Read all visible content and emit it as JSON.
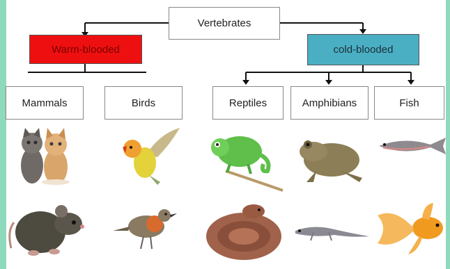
{
  "diagram": {
    "root": "Vertebrates",
    "groups": [
      {
        "label": "Warm-blooded",
        "color": "#ee1010"
      },
      {
        "label": "cold-blooded",
        "color": "#4bafc4"
      }
    ],
    "categories": [
      "Mammals",
      "Birds",
      "Reptiles",
      "Amphibians",
      "Fish"
    ],
    "images": [
      {
        "name": "kittens",
        "icon": "kittens-photo"
      },
      {
        "name": "rat",
        "icon": "rat-photo"
      },
      {
        "name": "lovebird",
        "icon": "yellow-bird-photo"
      },
      {
        "name": "robin",
        "icon": "robin-photo"
      },
      {
        "name": "chameleon",
        "icon": "chameleon-photo"
      },
      {
        "name": "snake",
        "icon": "snake-photo"
      },
      {
        "name": "frog",
        "icon": "frog-photo"
      },
      {
        "name": "newt",
        "icon": "newt-photo"
      },
      {
        "name": "trout",
        "icon": "trout-photo"
      },
      {
        "name": "goldfish",
        "icon": "goldfish-photo"
      }
    ]
  }
}
